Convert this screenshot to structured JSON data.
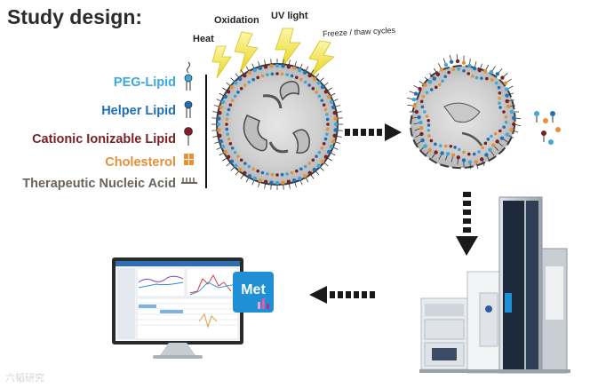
{
  "title": "Study design:",
  "stressors": {
    "heat": "Heat",
    "oxidation": "Oxidation",
    "uv": "UV light",
    "freeze_thaw": "Freeze / thaw cycles"
  },
  "legend": [
    {
      "label": "PEG-Lipid",
      "color": "#3aa9dd",
      "icon": "peg-lipid-icon"
    },
    {
      "label": "Helper Lipid",
      "color": "#1f6fb5",
      "icon": "helper-lipid-icon"
    },
    {
      "label": "Cationic Ionizable Lipid",
      "color": "#7a1f22",
      "icon": "cationic-lipid-icon"
    },
    {
      "label": "Cholesterol",
      "color": "#e69038",
      "icon": "cholesterol-icon"
    },
    {
      "label": "Therapeutic Nucleic Acid",
      "color": "#6b625a",
      "icon": "nucleic-acid-icon"
    }
  ],
  "software_badge": "Met",
  "watermark": "六韬研究",
  "colors": {
    "accent_blue": "#1f8fd6",
    "arrow": "#1a1a1a",
    "lightning": "#f2e33b"
  }
}
